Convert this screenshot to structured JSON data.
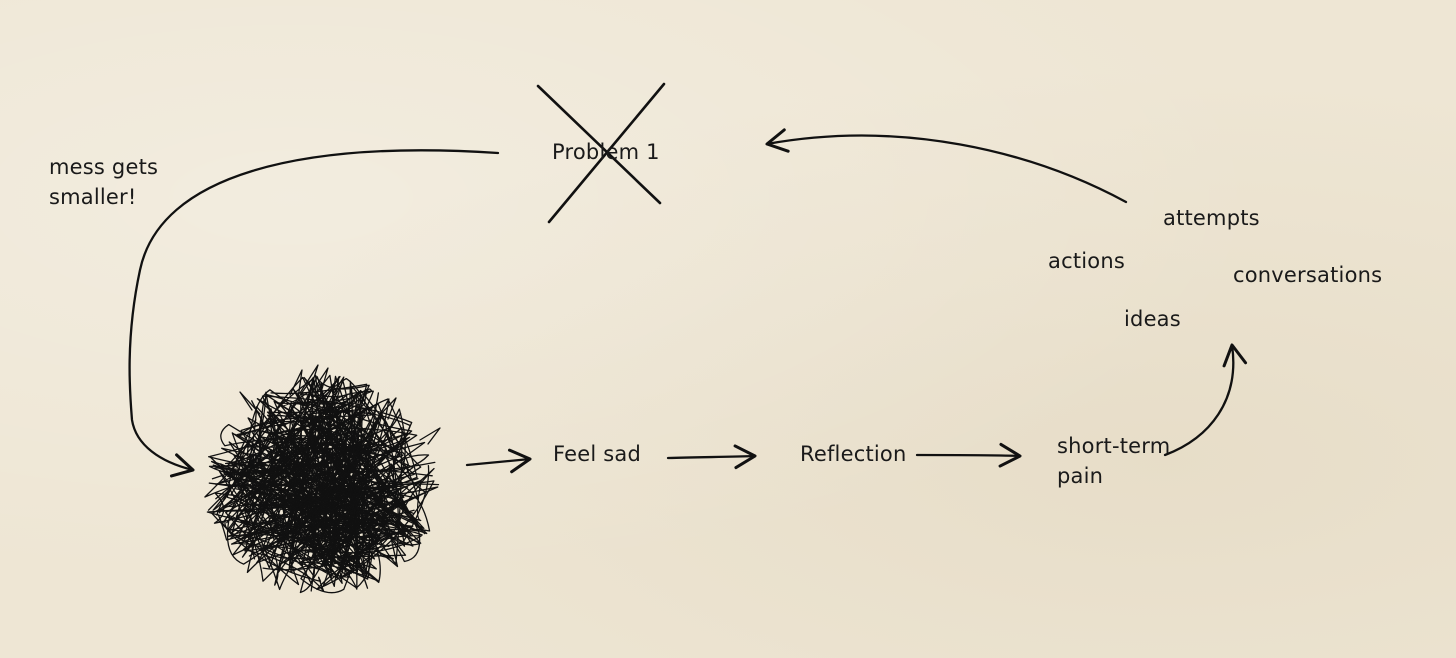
{
  "colors": {
    "paper": "#eee6d4",
    "ink": "#111111"
  },
  "labels": {
    "problem": "Problem 1",
    "mess_note": "mess gets smaller!",
    "feel_sad": "Feel sad",
    "reflection": "Reflection",
    "short_term_pain": "short-term pain",
    "attempts": "attempts",
    "actions": "actions",
    "conversations": "conversations",
    "ideas": "ideas"
  },
  "icons": [
    "scribble-mess-icon",
    "cross-out-icon"
  ]
}
